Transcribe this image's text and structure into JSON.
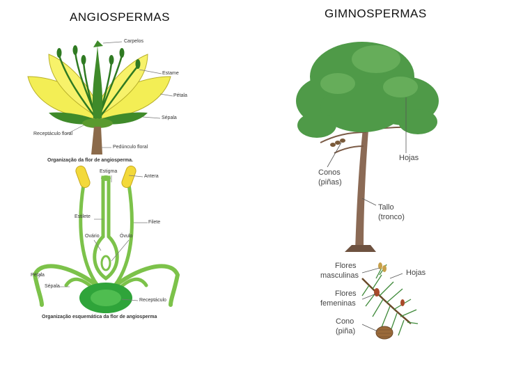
{
  "titles": {
    "left": "ANGIOSPERMAS",
    "right": "GIMNOSPERMAS"
  },
  "flower_top": {
    "labels": {
      "carpelos": "Carpelos",
      "estame": "Estame",
      "petala": "Pétala",
      "sepala": "Sépala",
      "receptaculo": "Receptáculo floral",
      "pedunculo": "Pedúnculo floral"
    },
    "caption": "Organização da flor de angiosperma."
  },
  "flower_bottom": {
    "labels": {
      "estigma": "Estigma",
      "antera": "Antera",
      "estilete": "Estilete",
      "filete": "Filete",
      "ovario": "Ovário",
      "ovulo": "Óvulo",
      "petala": "Pétala",
      "sepala": "Sépala",
      "receptaculo": "Receptáculo"
    },
    "caption": "Organização esquemática da flor de angiosperma"
  },
  "tree": {
    "labels": {
      "hojas": "Hojas",
      "conos_1": "Conos",
      "conos_2": "(piñas)",
      "tallo_1": "Tallo",
      "tallo_2": "(tronco)"
    }
  },
  "branch": {
    "labels": {
      "flores_m_1": "Flores",
      "flores_m_2": "masculinas",
      "hojas": "Hojas",
      "flores_f_1": "Flores",
      "flores_f_2": "femeninas",
      "cono_1": "Cono",
      "cono_2": "(piña)"
    }
  }
}
